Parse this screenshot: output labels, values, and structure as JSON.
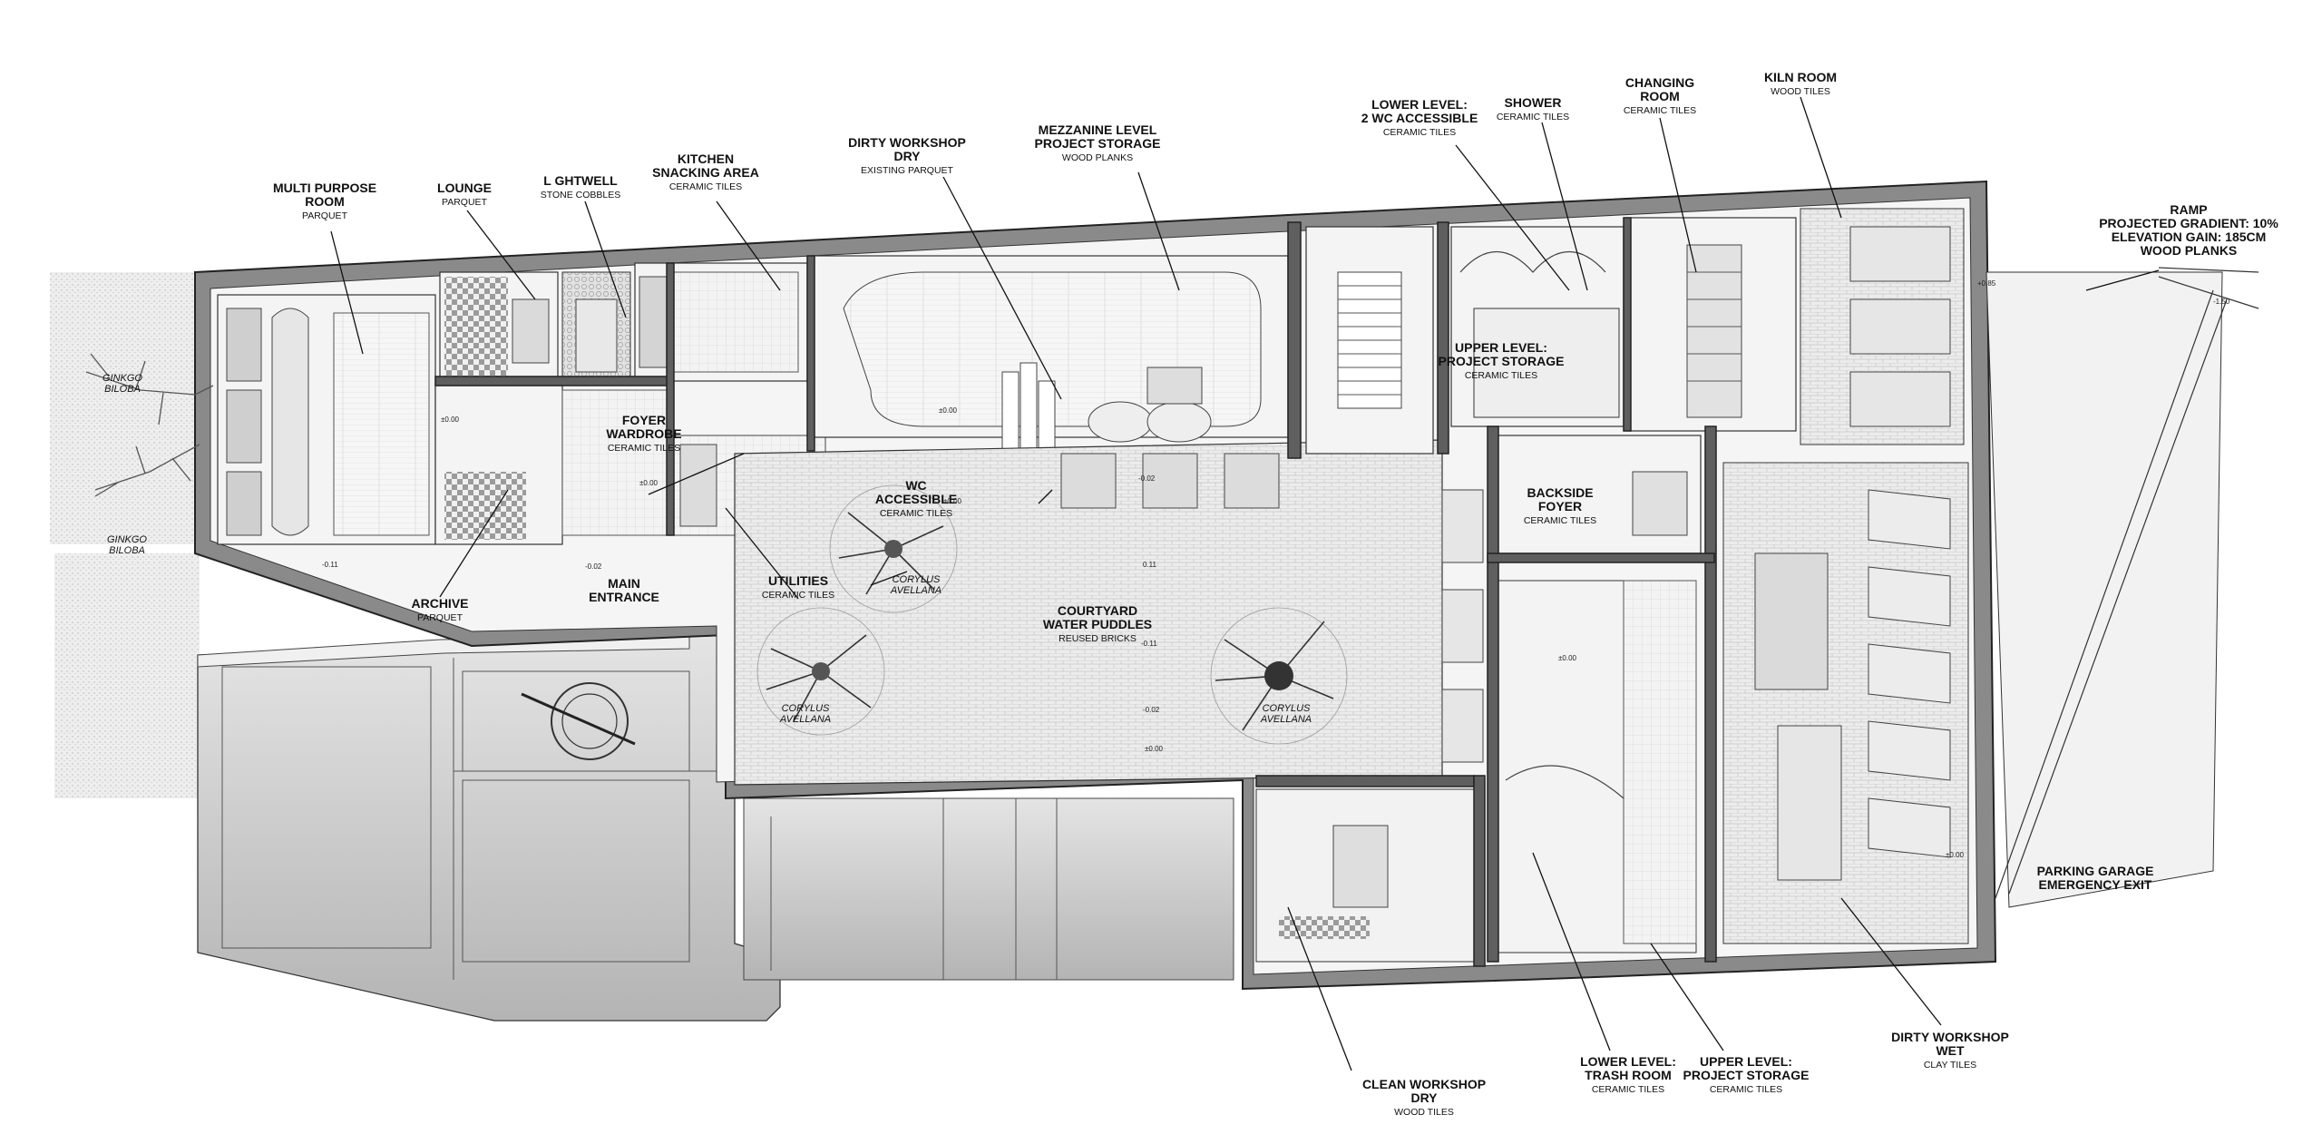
{
  "labels": {
    "multi_purpose": {
      "title": [
        "MULTI PURPOSE",
        "ROOM"
      ],
      "material": "PARQUET"
    },
    "lounge": {
      "title": [
        "LOUNGE"
      ],
      "material": "PARQUET"
    },
    "lightwell": {
      "title": [
        "L GHTWELL"
      ],
      "material": "STONE COBBLES"
    },
    "kitchen": {
      "title": [
        "KITCHEN",
        "SNACKING AREA"
      ],
      "material": "CERAMIC TILES"
    },
    "dirty_workshop_dry": {
      "title": [
        "DIRTY WORKSHOP",
        "DRY"
      ],
      "material": "EXISTING PARQUET"
    },
    "mezzanine": {
      "title": [
        "MEZZANINE LEVEL",
        "PROJECT STORAGE"
      ],
      "material": "WOOD PLANKS"
    },
    "lower_wc": {
      "title": [
        "LOWER LEVEL:",
        "2 WC ACCESSIBLE"
      ],
      "material": "CERAMIC TILES"
    },
    "shower": {
      "title": [
        "SHOWER"
      ],
      "material": "CERAMIC TILES"
    },
    "changing": {
      "title": [
        "CHANGING",
        "ROOM"
      ],
      "material": "CERAMIC TILES"
    },
    "kiln": {
      "title": [
        "KILN ROOM"
      ],
      "material": "WOOD TILES"
    },
    "ramp": {
      "title": [
        "RAMP",
        "PROJECTED GRADIENT: 10%",
        "ELEVATION GAIN: 185CM",
        "WOOD PLANKS"
      ],
      "material": ""
    },
    "foyer_wardrobe": {
      "title": [
        "FOYER",
        "WARDROBE"
      ],
      "material": "CERAMIC TILES"
    },
    "wc_accessible": {
      "title": [
        "WC",
        "ACCESSIBLE"
      ],
      "material": "CERAMIC TILES"
    },
    "upper_storage_top": {
      "title": [
        "UPPER LEVEL:",
        "PROJECT STORAGE"
      ],
      "material": "CERAMIC TILES"
    },
    "backside_foyer": {
      "title": [
        "BACKSIDE",
        "FOYER"
      ],
      "material": "CERAMIC TILES"
    },
    "utilities": {
      "title": [
        "UTILITIES"
      ],
      "material": "CERAMIC TILES"
    },
    "main_entrance": {
      "title": [
        "MAIN",
        "ENTRANCE"
      ],
      "material": ""
    },
    "archive": {
      "title": [
        "ARCHIVE"
      ],
      "material": "PARQUET"
    },
    "courtyard": {
      "title": [
        "COURTYARD",
        "WATER PUDDLES"
      ],
      "material": "REUSED BRICKS"
    },
    "parking_exit": {
      "title": [
        "PARKING GARAGE",
        "EMERGENCY EXIT"
      ],
      "material": ""
    },
    "clean_workshop": {
      "title": [
        "CLEAN WORKSHOP",
        "DRY"
      ],
      "material": "WOOD TILES"
    },
    "trash_room": {
      "title": [
        "LOWER LEVEL:",
        "TRASH ROOM"
      ],
      "material": "CERAMIC TILES"
    },
    "upper_storage_bottom": {
      "title": [
        "UPPER LEVEL:",
        "PROJECT STORAGE"
      ],
      "material": "CERAMIC TILES"
    },
    "dirty_workshop_wet": {
      "title": [
        "DIRTY WORKSHOP",
        "WET"
      ],
      "material": "CLAY TILES"
    }
  },
  "trees": {
    "ginkgo_top": [
      "GINKGO",
      "BILOBA"
    ],
    "ginkgo_bottom": [
      "GINKGO",
      "BILOBA"
    ],
    "corylus_1": [
      "CORYLUS",
      "AVELLANA"
    ],
    "corylus_2": [
      "CORYLUS",
      "AVELLANA"
    ],
    "corylus_3": [
      "CORYLUS",
      "AVELLANA"
    ]
  },
  "levels": {
    "l1": "±0.00",
    "l2": "±0.00",
    "l3": "-0.11",
    "l4": "-0.02",
    "l5": "±0.00",
    "l6": "±0.00",
    "l7": "-0.02",
    "l8": "0.11",
    "l9": "-0.11",
    "l10": "-0.02",
    "l11": "±0.00",
    "l12": "±0.00",
    "l13": "+0.85",
    "l14": "-1.50",
    "l15": "±0.00"
  }
}
